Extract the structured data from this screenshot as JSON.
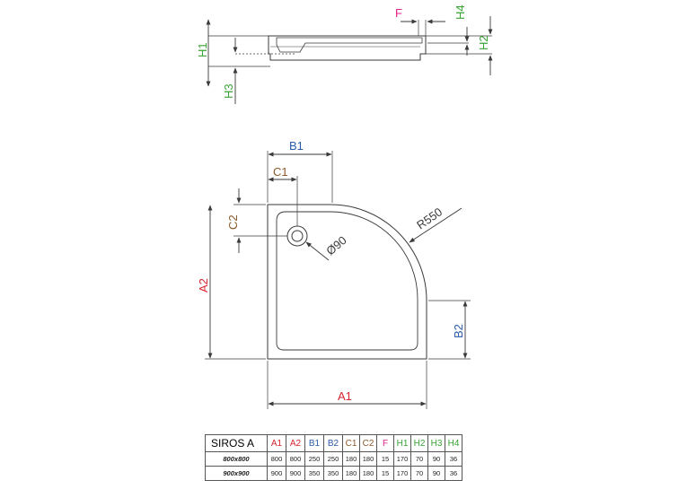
{
  "colors": {
    "line": "#3a3a3a",
    "a": "#d9232e",
    "b": "#2a5ba8",
    "c": "#8a5a2b",
    "f": "#e0218a",
    "h": "#3aa535"
  },
  "labels": {
    "a1": "A1",
    "a2": "A2",
    "b1": "B1",
    "b2": "B2",
    "c1": "C1",
    "c2": "C2",
    "f": "F",
    "h1": "H1",
    "h2": "H2",
    "h3": "H3",
    "h4": "H4",
    "radius": "R550",
    "drain": "Ø90"
  },
  "table": {
    "model": "SIROS A",
    "headers": [
      "A1",
      "A2",
      "B1",
      "B2",
      "C1",
      "C2",
      "F",
      "H1",
      "H2",
      "H3",
      "H4"
    ],
    "header_colors": [
      "a",
      "a",
      "b",
      "b",
      "c",
      "c",
      "f",
      "h",
      "h",
      "h",
      "h"
    ],
    "rows": [
      {
        "name": "800x800",
        "values": [
          "800",
          "800",
          "250",
          "250",
          "180",
          "180",
          "15",
          "170",
          "70",
          "90",
          "36"
        ]
      },
      {
        "name": "900x900",
        "values": [
          "900",
          "900",
          "350",
          "350",
          "180",
          "180",
          "15",
          "170",
          "70",
          "90",
          "36"
        ]
      }
    ]
  }
}
